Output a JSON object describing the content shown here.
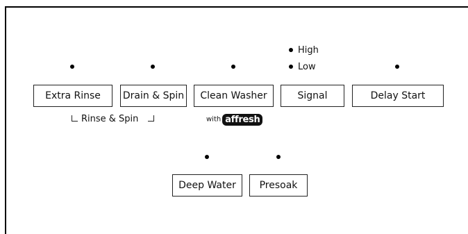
{
  "buttons": {
    "extra_rinse": "Extra Rinse",
    "drain_spin": "Drain & Spin",
    "clean_washer": "Clean Washer",
    "signal": "Signal",
    "delay_start": "Delay Start",
    "deep_water": "Deep Water",
    "presoak": "Presoak"
  },
  "signal_levels": {
    "high": "High",
    "low": "Low"
  },
  "group_label": "Rinse & Spin",
  "clean_washer_subtext": {
    "with": "with",
    "brand": "affresh"
  }
}
